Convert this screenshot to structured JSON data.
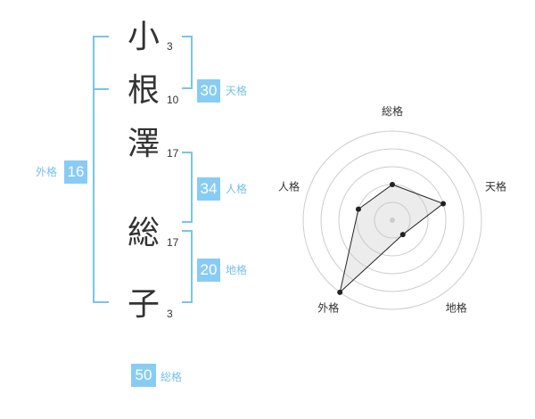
{
  "name": {
    "characters": [
      {
        "char": "小",
        "strokes": "3"
      },
      {
        "char": "根",
        "strokes": "10"
      },
      {
        "char": "澤",
        "strokes": "17"
      },
      {
        "char": "総",
        "strokes": "17"
      },
      {
        "char": "子",
        "strokes": "3"
      }
    ]
  },
  "fortunes": {
    "tenkaku": {
      "value": "30",
      "label": "天格"
    },
    "jinkaku": {
      "value": "34",
      "label": "人格"
    },
    "chikaku": {
      "value": "20",
      "label": "地格"
    },
    "gaikaku": {
      "value": "16",
      "label": "外格"
    },
    "soukaku": {
      "value": "50",
      "label": "総格"
    }
  },
  "colors": {
    "accent": "#88ccf5",
    "bracket": "#77c4ee",
    "label": "#77bfe8",
    "text": "#333333"
  },
  "chart_data": {
    "type": "radar",
    "axes": [
      "総格",
      "天格",
      "地格",
      "外格",
      "人格"
    ],
    "values": [
      2,
      3,
      1,
      5,
      2
    ],
    "rmax": 5,
    "grid": true
  }
}
